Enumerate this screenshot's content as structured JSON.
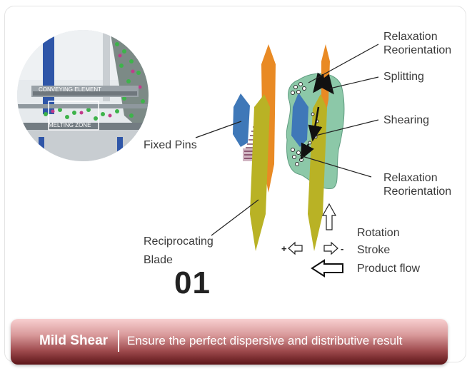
{
  "labels": {
    "relaxation_top": [
      "Relaxation",
      "Reorientation"
    ],
    "splitting": "Splitting",
    "shearing": "Shearing",
    "relaxation_bottom": [
      "Relaxation",
      "Reorientation"
    ],
    "fixed_pins": "Fixed Pins",
    "reciprocating_blade": [
      "Reciprocating",
      "Blade"
    ],
    "rotation": "Rotation",
    "stroke": "Stroke",
    "product_flow": "Product flow",
    "stroke_plus": "+",
    "stroke_minus": "-"
  },
  "photo_labels": {
    "conveying": "CONVEYING ELEMENT",
    "melting": "MELTING ZONE"
  },
  "step_number": "01",
  "banner": {
    "title": "Mild Shear",
    "description": "Ensure the perfect dispersive and distributive result"
  },
  "colors": {
    "orange_blade": "#e98a24",
    "olive_blade": "#b9b225",
    "fixed_pin": "#3f78b8",
    "melt": "#8cc8a8",
    "banner_dark": "#5c1518"
  }
}
